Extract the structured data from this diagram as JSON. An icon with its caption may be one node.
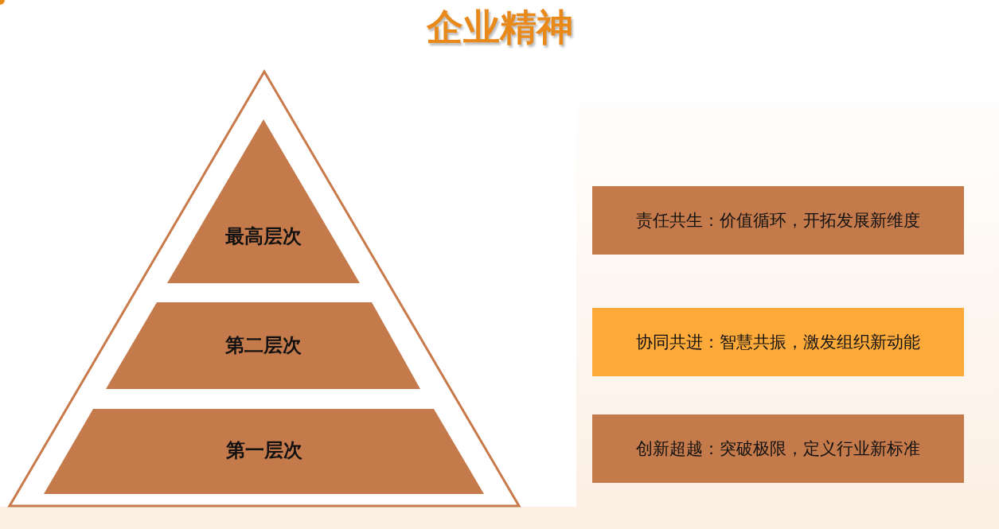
{
  "diagram": {
    "title": "企业精神",
    "nodes": [
      {
        "text": [],
        "shape": "triangle"
      },
      {
        "text": [
          "最高层次"
        ],
        "in": 0
      },
      {
        "text": [
          "第二层次"
        ],
        "in": 0
      },
      {
        "text": [
          "第一层次"
        ],
        "in": 0
      },
      {
        "text": [
          "责任共生：价值循环，开拓发展新维度"
        ]
      },
      {
        "text": [
          "协同共进：智慧共振，激发组织新动能"
        ]
      },
      {
        "text": [
          "创新超越：突破极限，定义行业新标准"
        ]
      }
    ]
  }
}
